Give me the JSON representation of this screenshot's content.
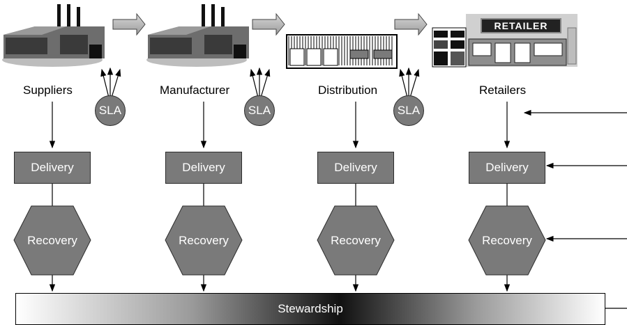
{
  "stages": [
    {
      "label": "Suppliers",
      "delivery": "Delivery",
      "recovery": "Recovery"
    },
    {
      "label": "Manufacturer",
      "delivery": "Delivery",
      "recovery": "Recovery"
    },
    {
      "label": "Distribution",
      "delivery": "Delivery",
      "recovery": "Recovery"
    },
    {
      "label": "Retailers",
      "delivery": "Delivery",
      "recovery": "Recovery"
    }
  ],
  "sla_label": "SLA",
  "retailer_sign": "RETAILER",
  "stewardship_label": "Stewardship",
  "colors": {
    "node_fill": "#7a7a7a",
    "node_border": "#2b2b2b",
    "arrow_fill": "#c8c8c8"
  }
}
